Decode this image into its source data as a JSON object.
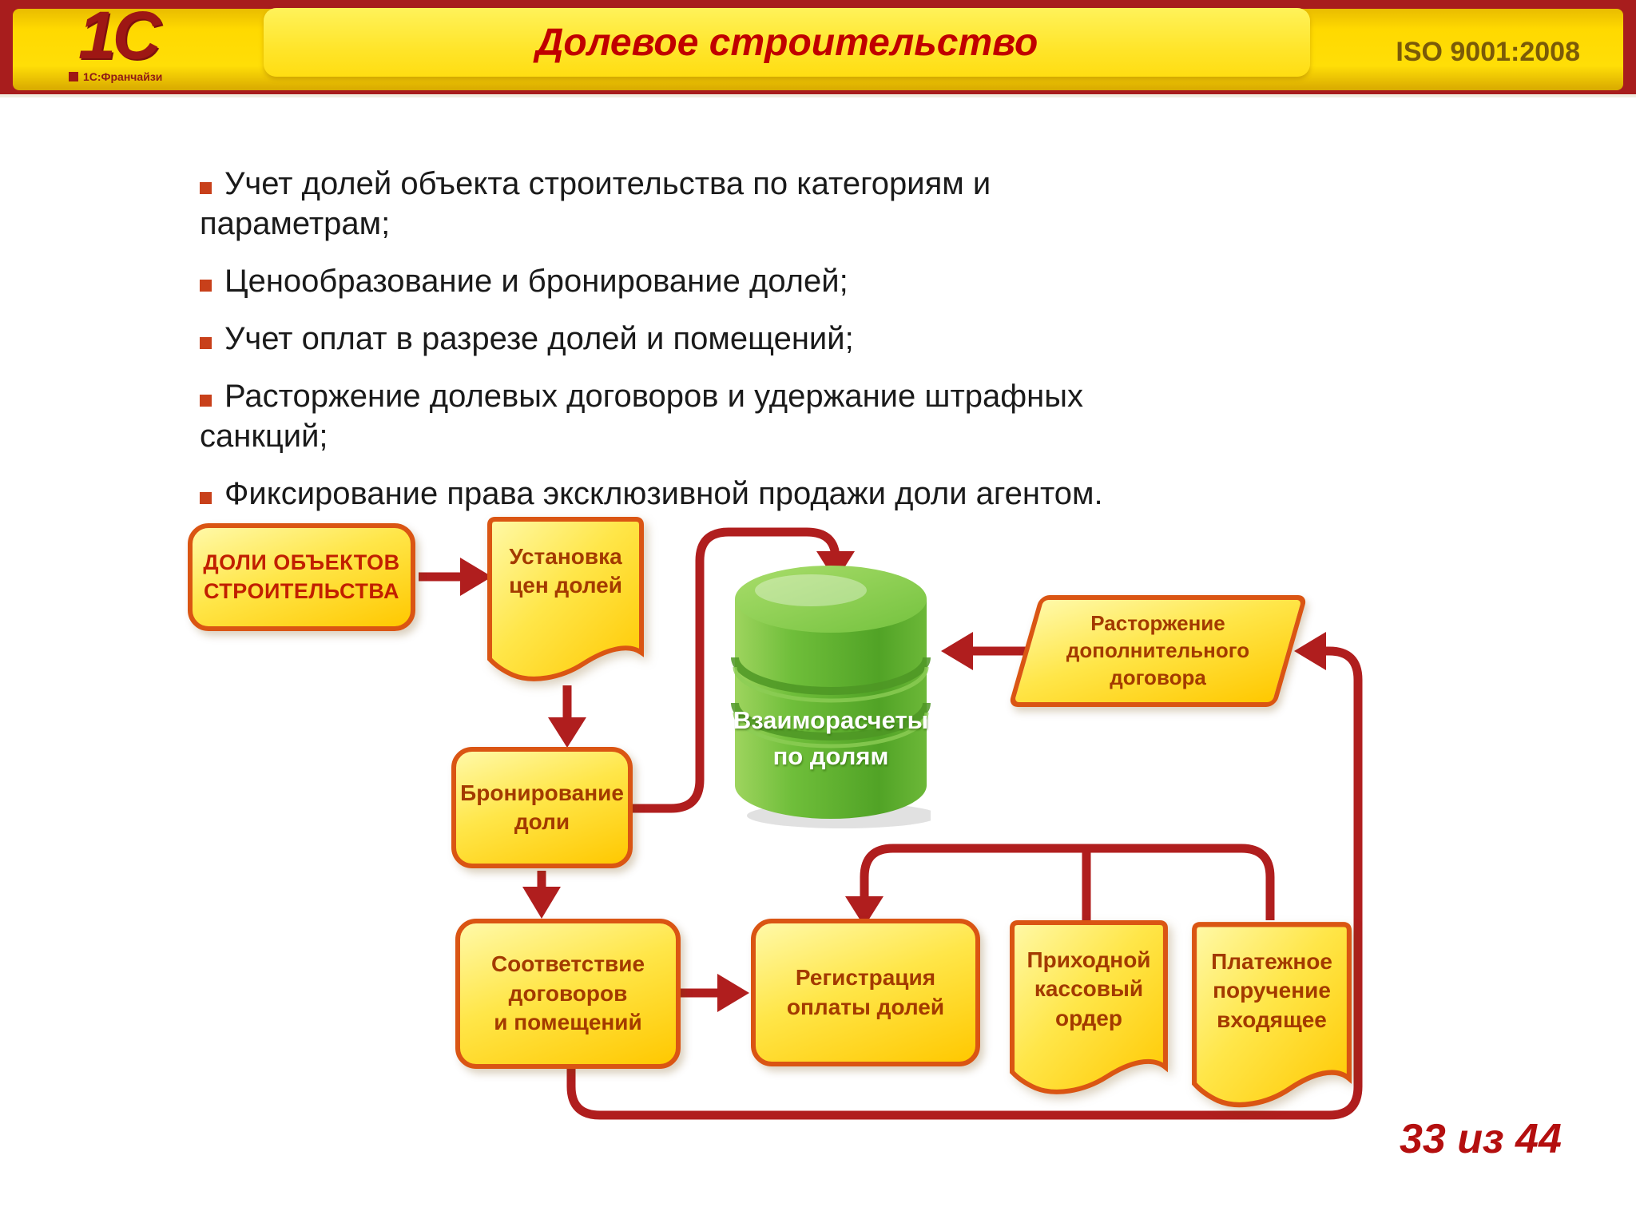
{
  "header": {
    "logo": {
      "main": "1С",
      "caption": "1С:Франчайзи"
    },
    "title": "Долевое строительство",
    "iso_label": "ISO 9001:2008"
  },
  "bullets": [
    "Учет долей объекта строительства по категориям и параметрам;",
    "Ценообразование и бронирование долей;",
    "Учет оплат в разрезе долей и помещений;",
    "Расторжение долевых договоров и удержание штрафных санкций;",
    "Фиксирование права эксклюзивной продажи доли агентом."
  ],
  "diagram": {
    "nodes": {
      "doli": {
        "type": "rounded-rect",
        "label": "ДОЛИ ОБЪЕКТОВ\nСТРОИТЕЛЬСТВА"
      },
      "ustanovka": {
        "type": "document",
        "label": "Установка\nцен долей"
      },
      "bron": {
        "type": "rounded-rect",
        "label": "Бронирование\nдоли"
      },
      "vzaim": {
        "type": "database-cylinder",
        "label": "Взаиморасчеты\nпо долям"
      },
      "rastorzhenie": {
        "type": "parallelogram",
        "label": "Расторжение\nдополнительного\nдоговора"
      },
      "sootvetstvie": {
        "type": "rounded-rect",
        "label": "Соответствие\nдоговоров\nи помещений"
      },
      "registratsiya": {
        "type": "rounded-rect",
        "label": "Регистрация\nоплаты долей"
      },
      "prihodnoy": {
        "type": "document",
        "label": "Приходной\nкассовый\nордер"
      },
      "platezhnoe": {
        "type": "document",
        "label": "Платежное\nпоручение\nвходящее"
      }
    }
  },
  "footer": {
    "page_number": "33 из 44"
  },
  "colors": {
    "header_red": "#A81D1D",
    "header_yellow": "#FFD900",
    "title_red": "#C00000",
    "iso_text": "#7A5A08",
    "bullet_marker": "#C8401A",
    "connector_red": "#B01E1E",
    "node_border": "#DA5513",
    "node_fill": "#FFE649",
    "node_text": "#A33A00",
    "cylinder_green": "#6FBE3A",
    "page_number_red": "#B40F0F"
  }
}
